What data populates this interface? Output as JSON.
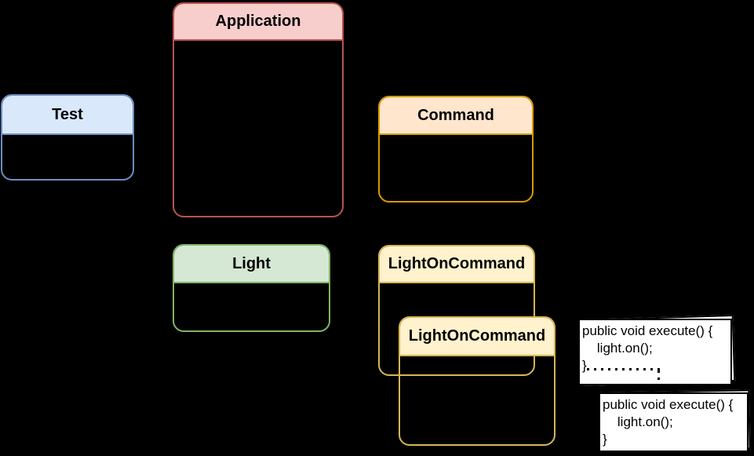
{
  "diagram": {
    "background": "#000000",
    "classes": [
      {
        "label": "Test",
        "fill": "#dae8fc",
        "stroke": "#6c8ebf"
      },
      {
        "label": "Application",
        "fill": "#f8cecc",
        "stroke": "#b85450"
      },
      {
        "label": "Command",
        "fill": "#ffe6cc",
        "stroke": "#d79b00"
      },
      {
        "label": "Light",
        "fill": "#d5e8d4",
        "stroke": "#82b366"
      },
      {
        "label": "LightOnCommand",
        "fill": "#fff2cc",
        "stroke": "#d6b656"
      },
      {
        "label": "LightOnCommand",
        "fill": "#fff2cc",
        "stroke": "#d6b656"
      }
    ],
    "notes": [
      {
        "lines": [
          "public void execute() {",
          "    light.on();",
          "}"
        ],
        "fill": "#ffffff",
        "stroke": "#000000"
      },
      {
        "lines": [
          "public void execute() {",
          "    light.on();",
          "}"
        ],
        "fill": "#ffffff",
        "stroke": "#000000"
      }
    ],
    "connector": {
      "style": "dotted",
      "color": "#000000"
    }
  }
}
